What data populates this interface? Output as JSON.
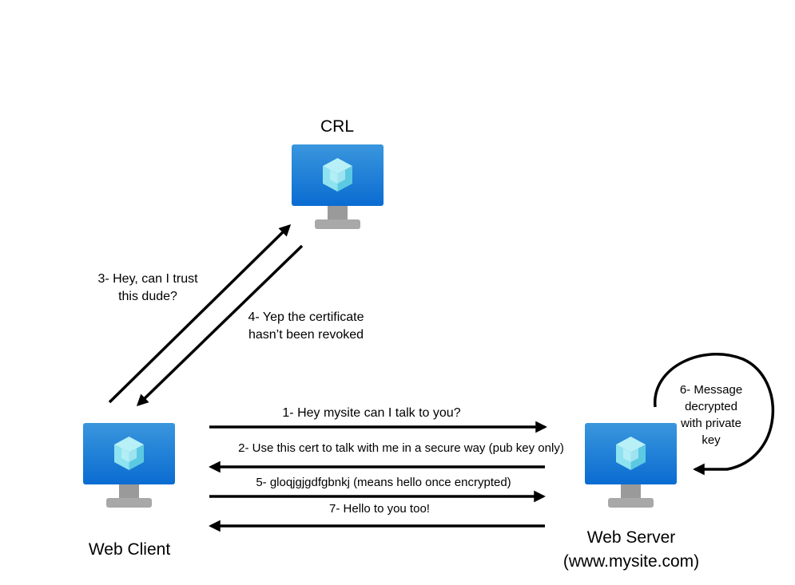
{
  "nodes": {
    "crl": {
      "label": "CRL"
    },
    "client": {
      "label": "Web Client"
    },
    "server": {
      "label": "Web Server",
      "sublabel": "(www.mysite.com)"
    }
  },
  "steps": {
    "s1": "1- Hey mysite can I talk to you?",
    "s2": "2- Use this cert to talk with me in a secure way (pub key only)",
    "s3_line1": "3- Hey, can I trust",
    "s3_line2": "this dude?",
    "s4_line1": "4- Yep the certificate",
    "s4_line2": "hasn’t been revoked",
    "s5": "5- gloqjgjgdfgbnkj (means hello once encrypted)",
    "s6_line1": "6- Message",
    "s6_line2": "decrypted",
    "s6_line3": "with private",
    "s6_line4": "key",
    "s7": "7- Hello to you too!"
  },
  "icon": "virtual-machine-monitor-icon",
  "colors": {
    "screen_top": "#3a96dd",
    "screen_bottom": "#0a6cd1",
    "stand": "#9a9a9a",
    "cube_light": "#b8f0f7",
    "cube_mid": "#6ed6ea",
    "arrow": "#000000"
  }
}
